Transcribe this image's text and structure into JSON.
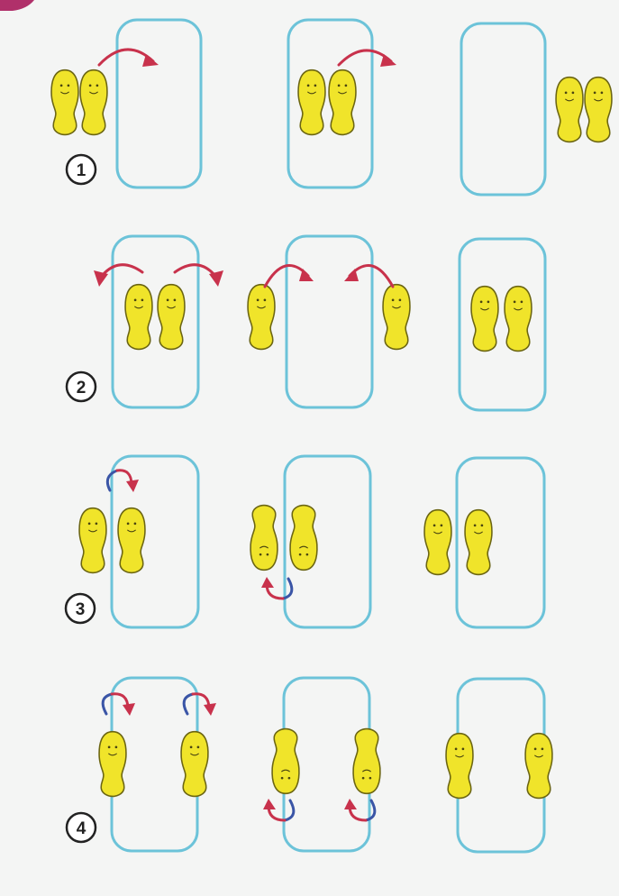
{
  "colors": {
    "background": "#f4f5f4",
    "box_stroke": "#6cc3d9",
    "foot_fill": "#f0e42a",
    "foot_stroke": "#6b6512",
    "face": "#4a4510",
    "arrow": "#c8324c",
    "arrow_back": "#3a55a6",
    "circle_stroke": "#222222",
    "corner_accent": "#b0306a"
  },
  "icons": {
    "foot": "footprint-icon",
    "arrow": "curved-arrow-icon",
    "rotate": "rotation-arrow-icon"
  },
  "steps": [
    {
      "number": "1"
    },
    {
      "number": "2"
    },
    {
      "number": "3"
    },
    {
      "number": "4"
    }
  ]
}
